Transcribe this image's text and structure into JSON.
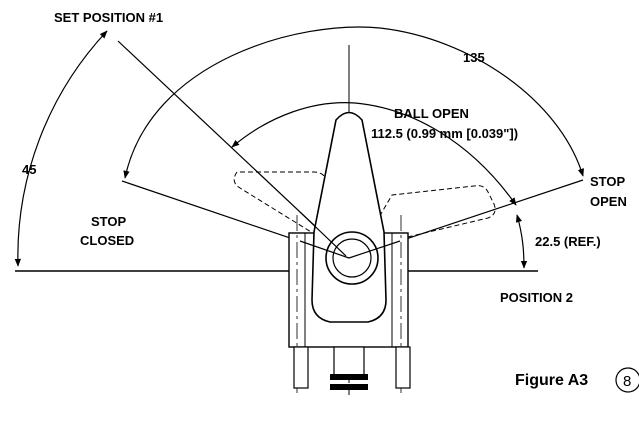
{
  "labels": {
    "set_position": "SET POSITION #1",
    "angle_135": "135",
    "ball_open": "BALL OPEN",
    "ball_open_value": "112.5 (0.99 mm [0.039\"])",
    "angle_45": "45",
    "stop_closed_line1": "STOP",
    "stop_closed_line2": "CLOSED",
    "stop_open_line1": "STOP",
    "stop_open_line2": "OPEN",
    "ref_angle": "22.5 (REF.)",
    "position_2": "POSITION 2"
  },
  "figure": {
    "caption": "Figure A3",
    "number": "8"
  }
}
